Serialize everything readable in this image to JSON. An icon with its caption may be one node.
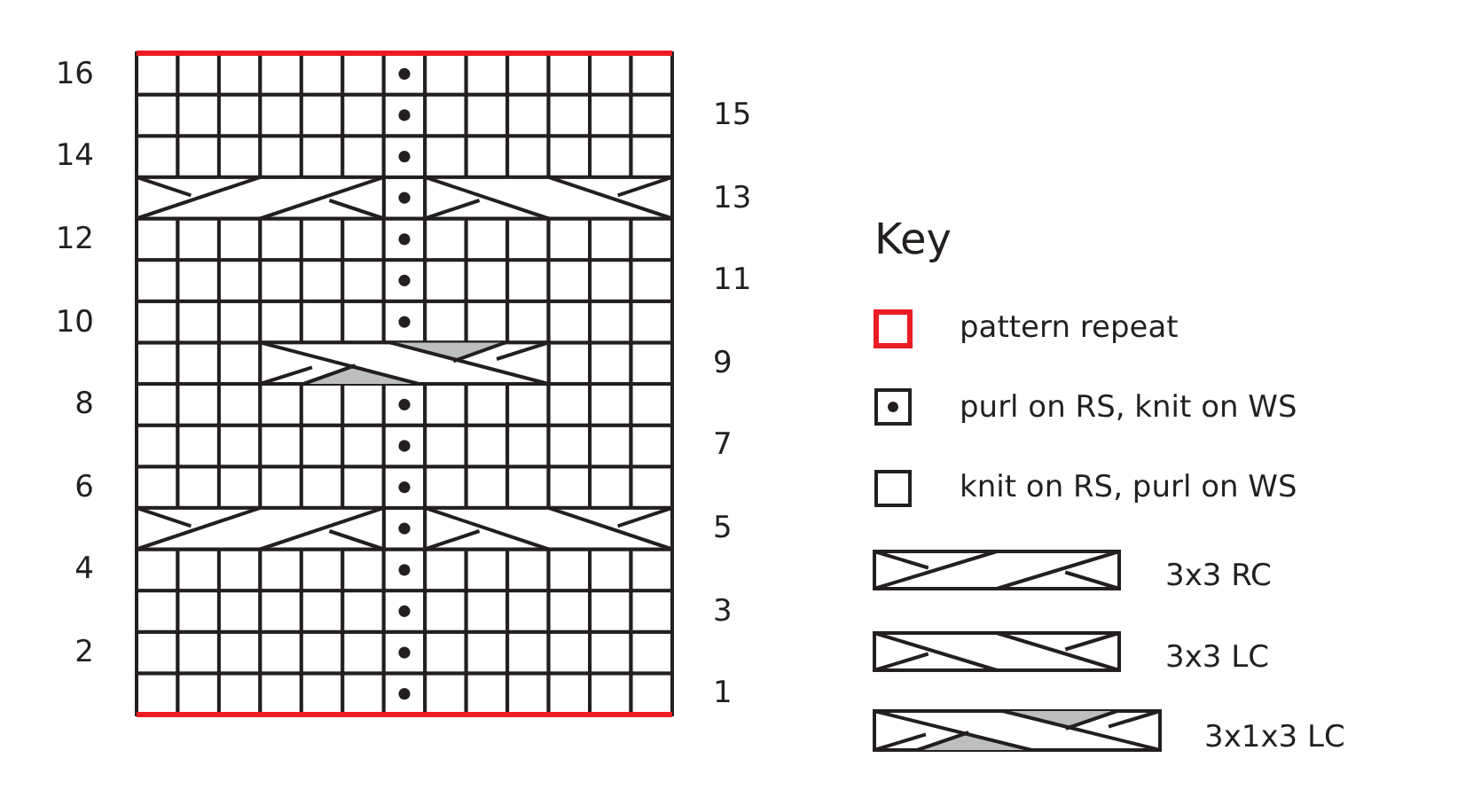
{
  "diagram": {
    "labels": [
      "16",
      "15",
      "14",
      "13",
      "12",
      "11",
      "10",
      "9",
      "8",
      "7",
      "6",
      "5",
      "4",
      "3",
      "2",
      "1",
      "Key"
    ],
    "legend": [
      {
        "text": "pattern repeat"
      },
      {
        "text": "purl on RS, knit on WS"
      },
      {
        "text": "knit on RS, purl on WS"
      },
      {
        "text": "3x3 RC"
      },
      {
        "text": "3x3 LC"
      },
      {
        "text": "3x1x3 LC"
      }
    ]
  }
}
